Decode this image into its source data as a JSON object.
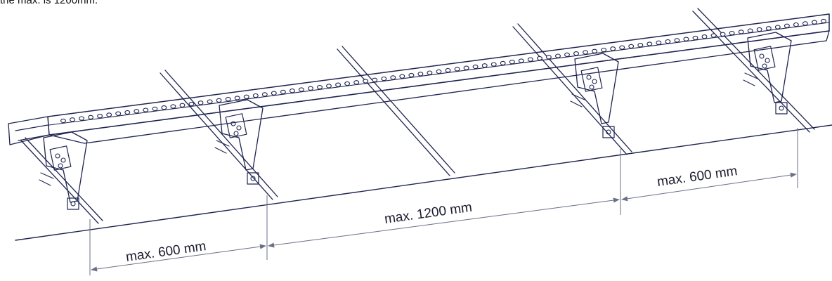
{
  "caption": "the max. is 1200mm.",
  "dimensions": [
    {
      "id": "left-span",
      "label": "max. 600 mm"
    },
    {
      "id": "middle-span",
      "label": "max. 1200 mm"
    },
    {
      "id": "right-span",
      "label": "max. 600 mm"
    }
  ],
  "colors": {
    "ink": "#1f2450",
    "dimension": "#6a6f86",
    "background": "#ffffff"
  }
}
